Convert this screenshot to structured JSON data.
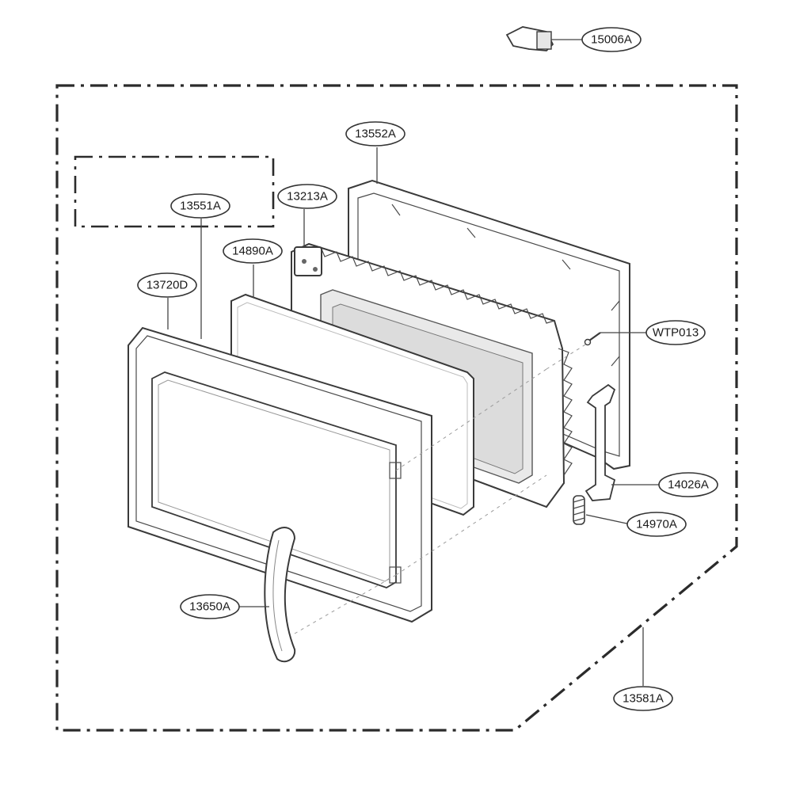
{
  "colors": {
    "line": "#3a3a3a",
    "glass": "#eeeeee",
    "background": "#ffffff"
  },
  "labels": {
    "p15006A": "15006A",
    "p13552A": "13552A",
    "p13213A": "13213A",
    "p13551A": "13551A",
    "p14890A": "14890A",
    "p13720D": "13720D",
    "pWTP013": "WTP013",
    "p14026A": "14026A",
    "p14970A": "14970A",
    "p13650A": "13650A",
    "p13581A": "13581A"
  }
}
